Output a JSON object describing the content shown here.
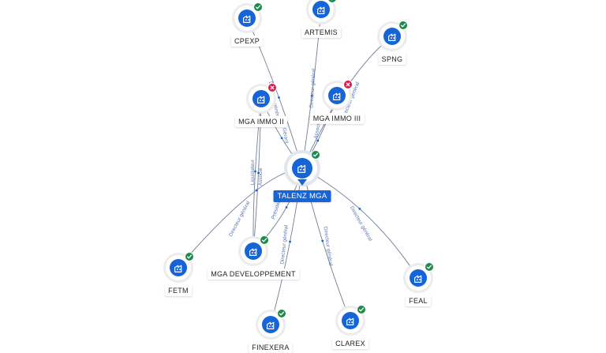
{
  "center": {
    "label": "TALENZ MGA",
    "status": "active"
  },
  "nodes": [
    {
      "label": "CPEXP",
      "status": "active"
    },
    {
      "label": "ARTEMIS",
      "status": "active"
    },
    {
      "label": "SPNG",
      "status": "active"
    },
    {
      "label": "MGA IMMO II",
      "status": "closed"
    },
    {
      "label": "MGA IMMO III",
      "status": "closed"
    },
    {
      "label": "FETM",
      "status": "active"
    },
    {
      "label": "MGA DEVELOPPEMENT",
      "status": "active"
    },
    {
      "label": "FEAL",
      "status": "active"
    },
    {
      "label": "FINEXERA",
      "status": "active"
    },
    {
      "label": "CLAREX",
      "status": "active"
    }
  ],
  "edges": [
    {
      "label": "Directeur général"
    },
    {
      "label": "Directeur général"
    },
    {
      "label": "Directeur général"
    },
    {
      "label": "Gérant"
    },
    {
      "label": "Associé"
    },
    {
      "label": "Liquidateur"
    },
    {
      "label": "Associé"
    },
    {
      "label": "Directeur général"
    },
    {
      "label": "Président"
    },
    {
      "label": "Directeur général"
    },
    {
      "label": "Directeur général"
    },
    {
      "label": "Directeur général"
    }
  ],
  "colors": {
    "primary": "#1565d8",
    "active": "#1e8a4c",
    "closed": "#d81b4a",
    "edge": "#6f7d95"
  }
}
